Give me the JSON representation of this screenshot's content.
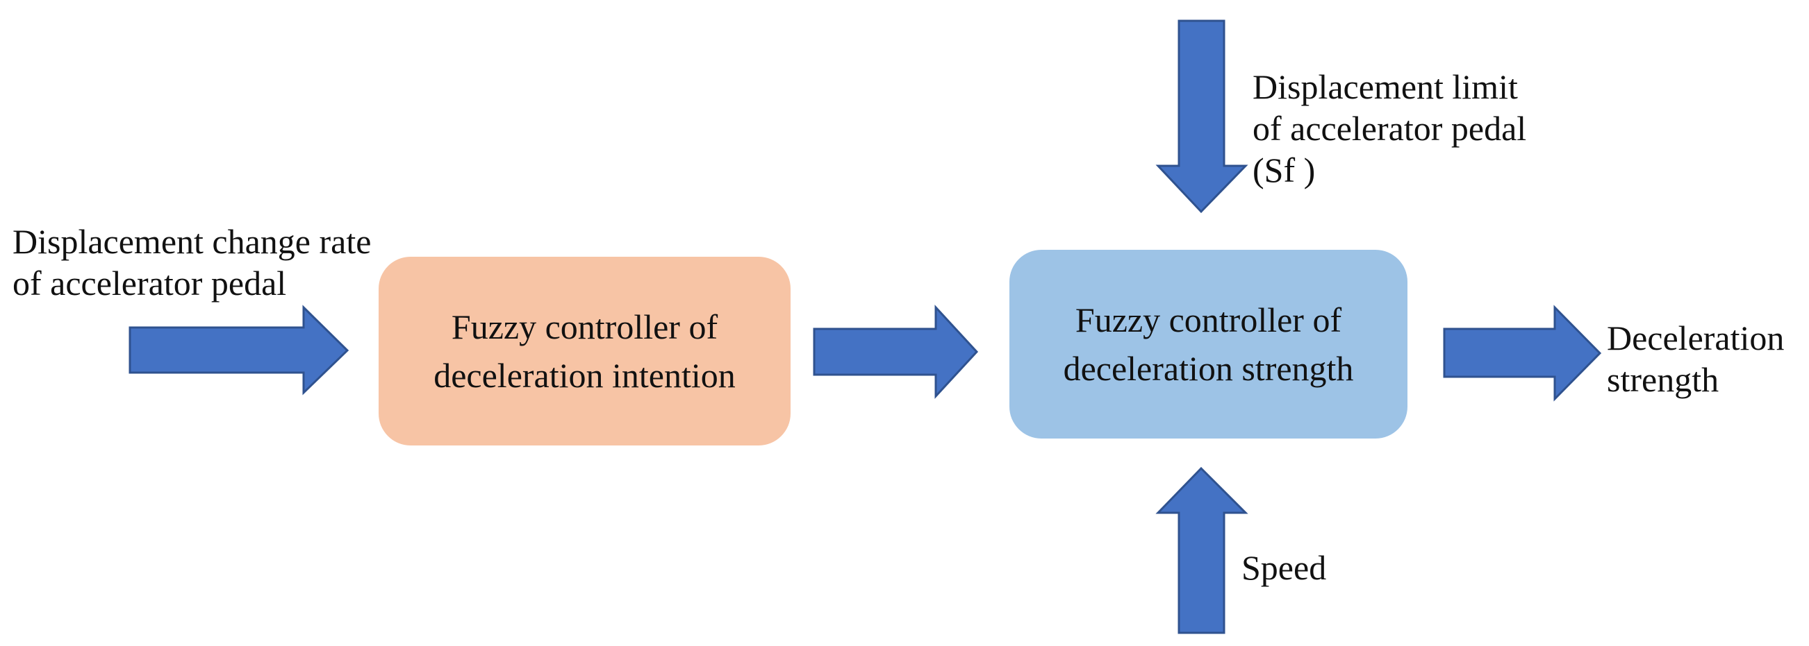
{
  "colors": {
    "arrow_fill": "#4472c4",
    "arrow_stroke": "#2f528f",
    "intention_box": "#f7c4a5",
    "strength_box": "#9dc3e6"
  },
  "input_label": {
    "line1": "Displacement change rate",
    "line2": "of accelerator pedal"
  },
  "intention_controller": {
    "line1": "Fuzzy controller of",
    "line2": "deceleration intention"
  },
  "strength_controller": {
    "line1": "Fuzzy controller of",
    "line2": "deceleration strength"
  },
  "limit_label": {
    "line1": "Displacement limit",
    "line2": "of accelerator pedal",
    "line3": "(Sf )"
  },
  "output_label": {
    "line1": "Deceleration",
    "line2": "strength"
  },
  "speed_label": "Speed"
}
